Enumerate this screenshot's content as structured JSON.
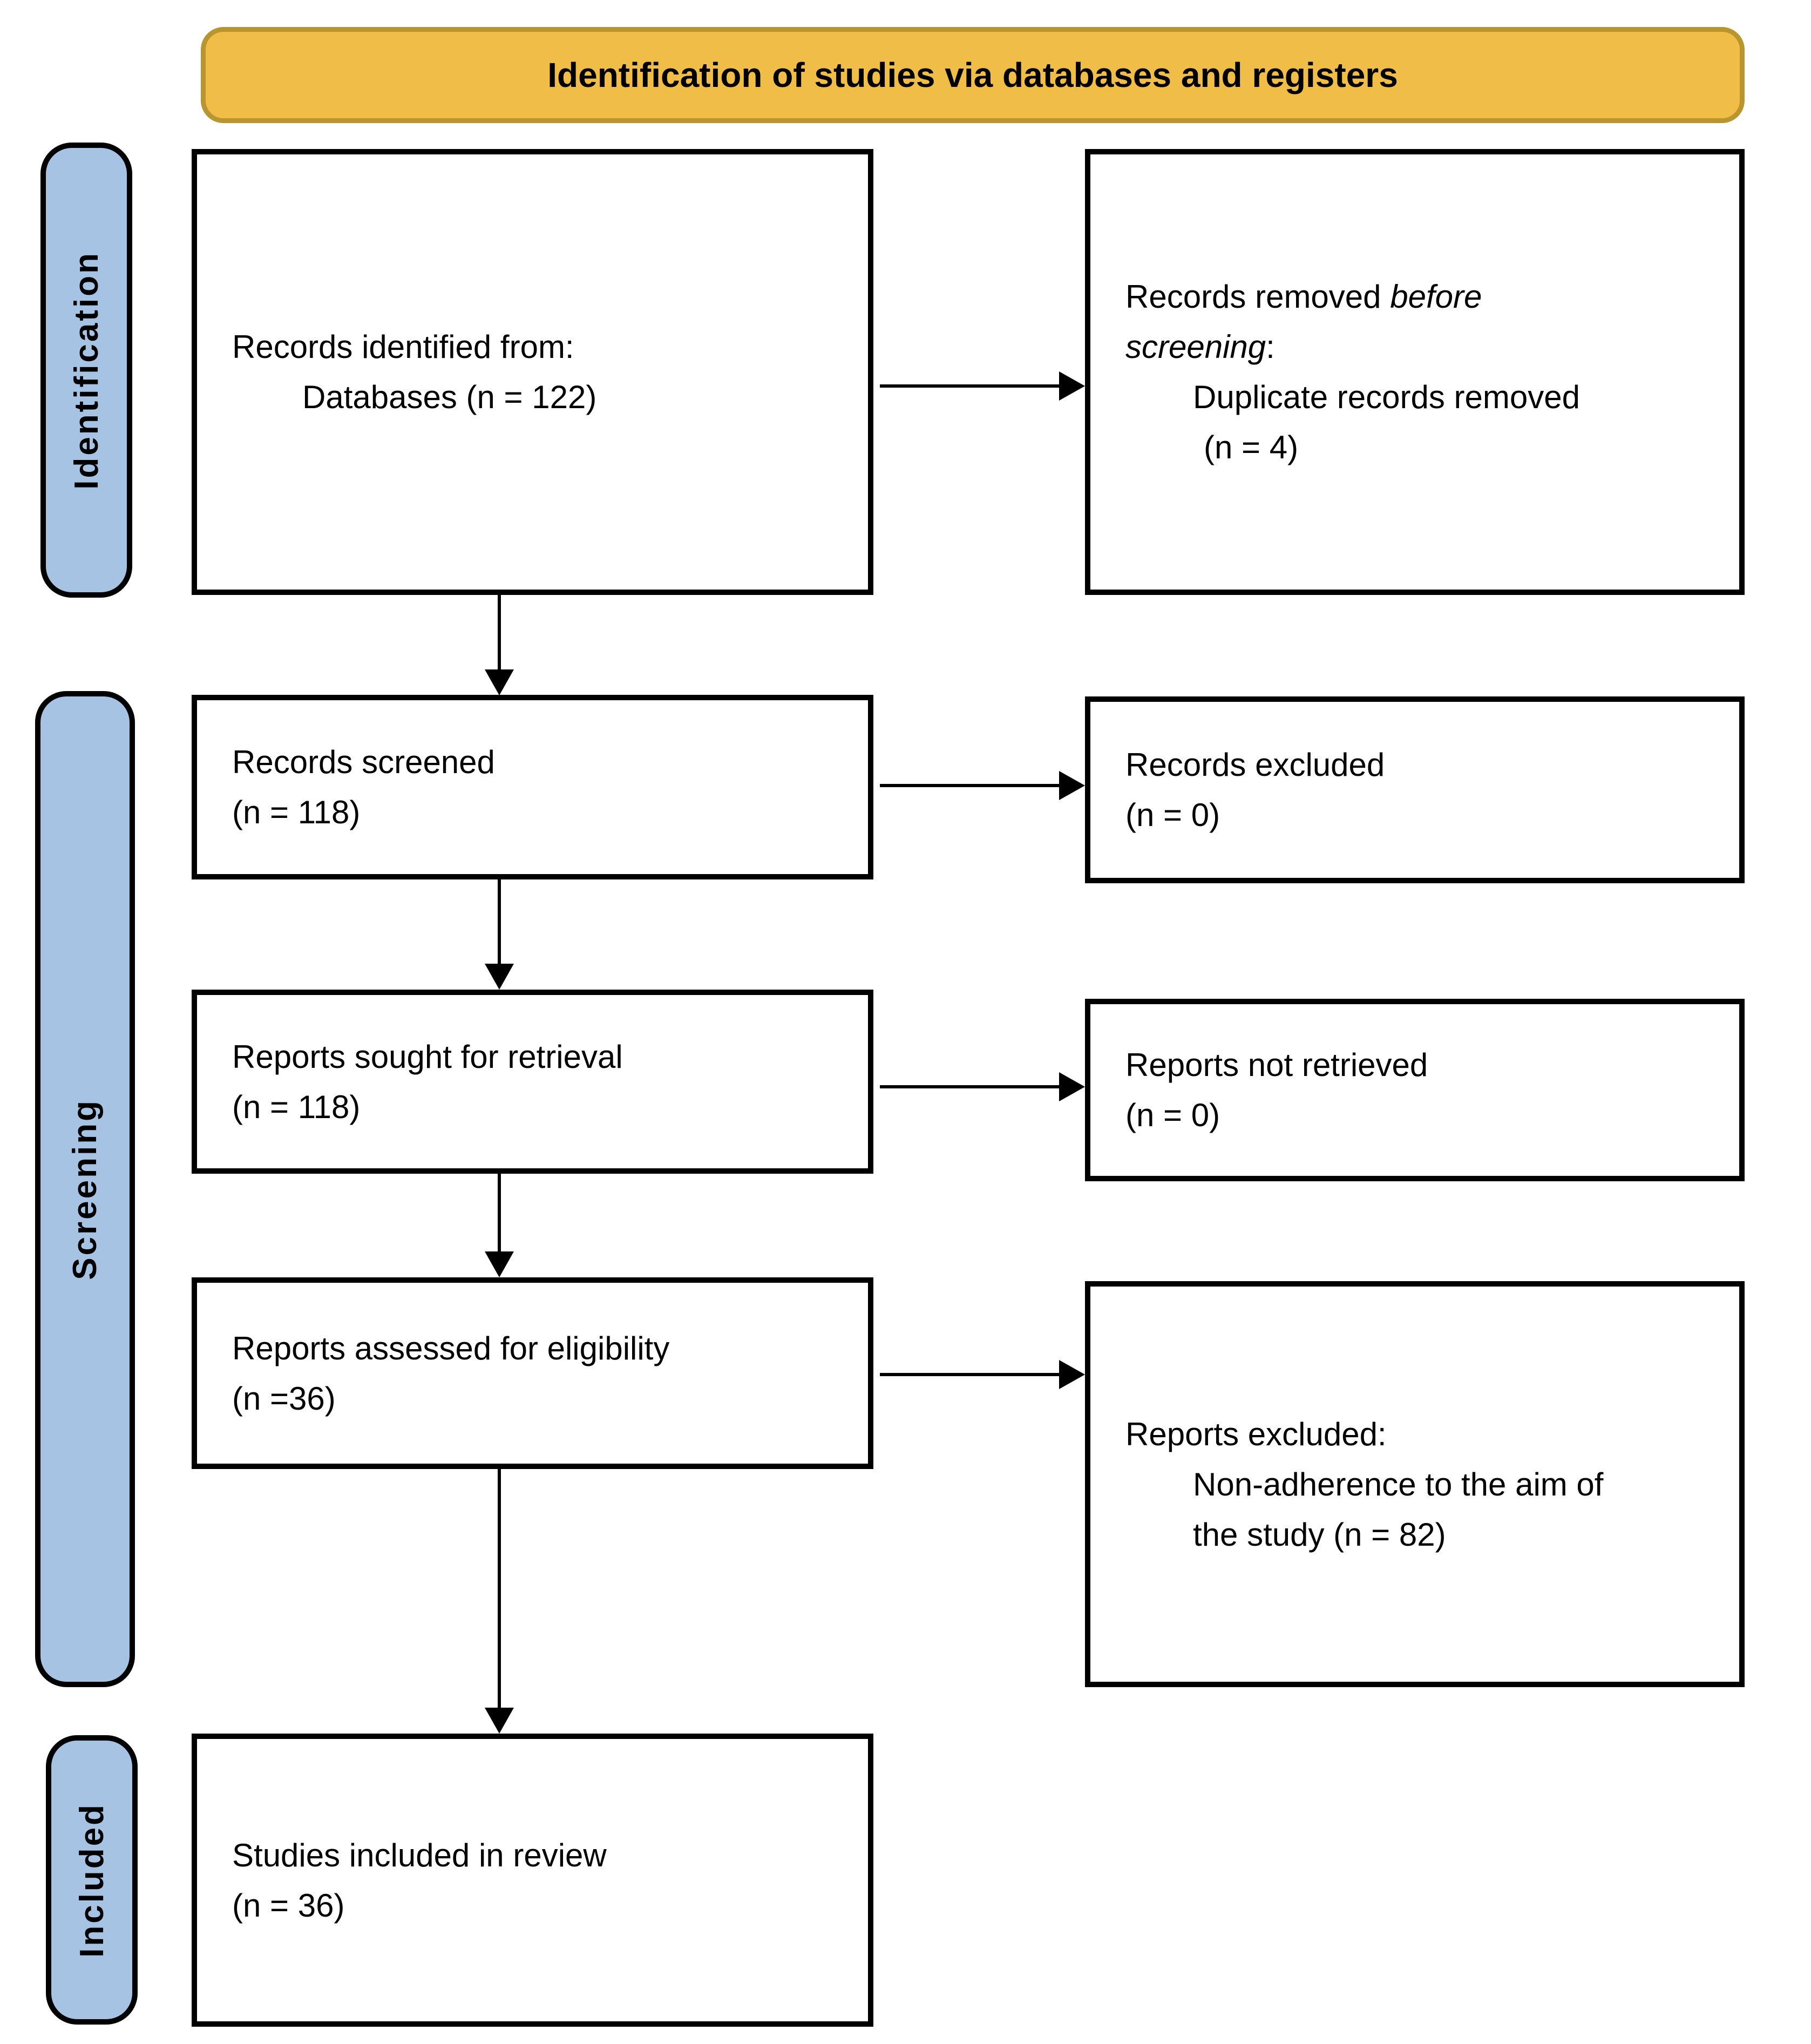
{
  "banner": {
    "title": "Identification of studies via databases and registers"
  },
  "stages": {
    "identification": "Identification",
    "screening": "Screening",
    "included": "Included"
  },
  "boxes": {
    "records_identified": {
      "line1": "Records identified from:",
      "line2": "Databases (n = 122)"
    },
    "records_removed": {
      "line1_text": "Records removed ",
      "line1_italic": "before",
      "line2_italic": "screening",
      "line2_text": ":",
      "line3": "Duplicate records removed",
      "line4": "(n = 4)"
    },
    "records_screened": {
      "line1": "Records screened",
      "line2": "(n = 118)"
    },
    "records_excluded": {
      "line1": "Records excluded",
      "line2": "(n = 0)"
    },
    "reports_sought": {
      "line1": "Reports sought for retrieval",
      "line2": "(n = 118)"
    },
    "reports_not_retrieved": {
      "line1": "Reports not retrieved",
      "line2": "(n = 0)"
    },
    "reports_assessed": {
      "line1": "Reports assessed for eligibility",
      "line2": "(n =36)"
    },
    "reports_excluded": {
      "line1": "Reports excluded:",
      "line2": "Non-adherence to the aim of",
      "line3": "the study (n = 82)"
    },
    "studies_included": {
      "line1": "Studies included in review",
      "line2": "(n = 36)"
    }
  },
  "colors": {
    "stage_fill": "#A6C3E3",
    "banner_fill": "#F0BE46",
    "banner_border": "#B9952F",
    "box_border": "#000000",
    "arrow": "#000000",
    "background": "#FFFFFF"
  }
}
